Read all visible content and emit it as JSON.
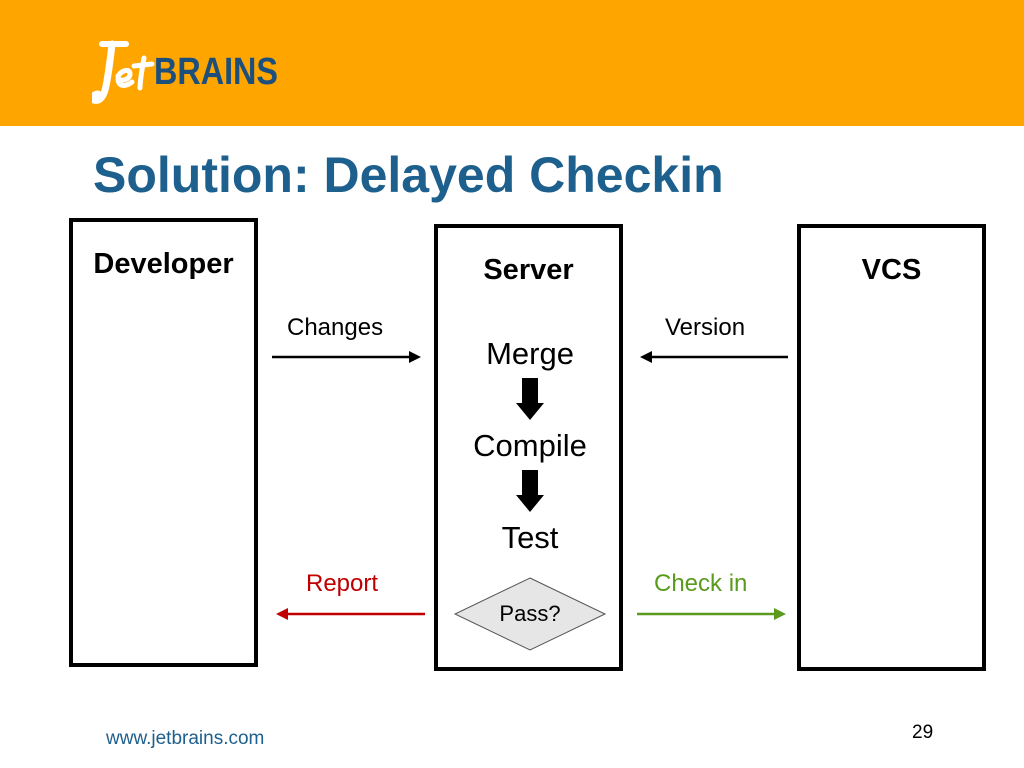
{
  "header": {
    "logo_text": "JetBRAINS",
    "background_color": "#ffa500"
  },
  "slide": {
    "title": "Solution: Delayed Checkin",
    "title_color": "#1d5f8d"
  },
  "diagram": {
    "nodes": {
      "developer": {
        "label": "Developer"
      },
      "server": {
        "label": "Server",
        "steps": [
          "Merge",
          "Compile",
          "Test"
        ],
        "decision": "Pass?"
      },
      "vcs": {
        "label": "VCS"
      }
    },
    "edges": {
      "changes": {
        "label": "Changes",
        "from": "Developer",
        "to": "Server",
        "color": "#000000"
      },
      "version": {
        "label": "Version",
        "from": "VCS",
        "to": "Server",
        "color": "#000000"
      },
      "report": {
        "label": "Report",
        "from": "Server",
        "to": "Developer",
        "color": "#c00000"
      },
      "check_in": {
        "label": "Check in",
        "from": "Server",
        "to": "VCS",
        "color": "#5a9a1c"
      }
    }
  },
  "footer": {
    "url": "www.jetbrains.com",
    "page_number": "29"
  }
}
